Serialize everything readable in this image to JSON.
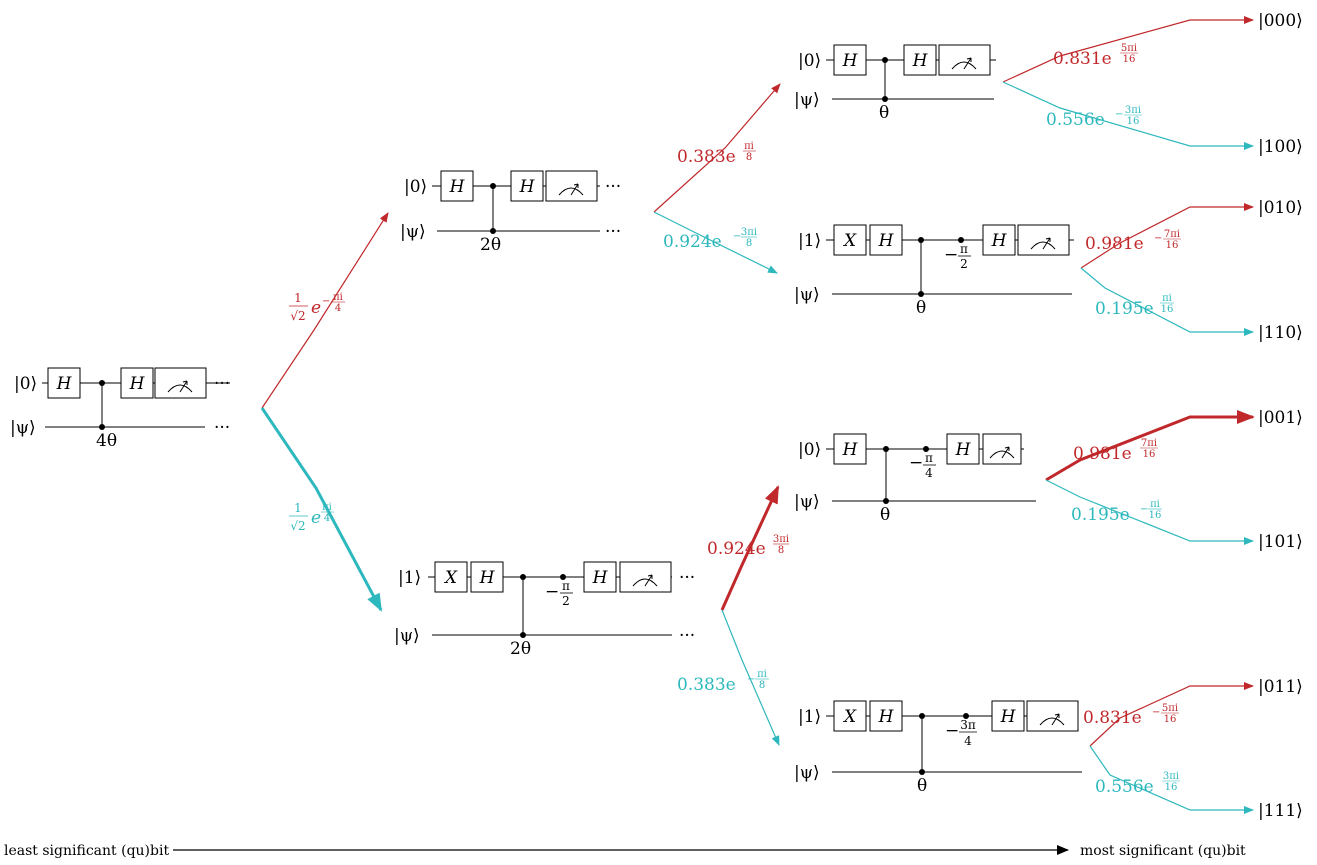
{
  "colors": {
    "red": "#c0282b",
    "cyan": "#2db8bd"
  },
  "axis": {
    "left_label": "least significant (qu)bit",
    "right_label": "most significant (qu)bit"
  },
  "circuits": {
    "c1": {
      "top": "|0⟩",
      "bot": "|ψ⟩",
      "gateA": "H",
      "gateB": "H",
      "ctrl": "4θ",
      "dots": "···"
    },
    "c2": {
      "top": "|0⟩",
      "bot": "|ψ⟩",
      "gateA": "H",
      "gateB": "H",
      "ctrl": "2θ",
      "dots": "···"
    },
    "c3": {
      "top": "|1⟩",
      "bot": "|ψ⟩",
      "gateX": "X",
      "gateA": "H",
      "gateB": "H",
      "ctrl": "2θ",
      "phase_num": "π",
      "phase_den": "2",
      "phase_sign": "−",
      "dots": "···"
    },
    "c4": {
      "top": "|0⟩",
      "bot": "|ψ⟩",
      "gateA": "H",
      "gateB": "H",
      "ctrl": "θ"
    },
    "c5": {
      "top": "|1⟩",
      "bot": "|ψ⟩",
      "gateX": "X",
      "gateA": "H",
      "gateB": "H",
      "ctrl": "θ",
      "phase_num": "π",
      "phase_den": "2",
      "phase_sign": "−"
    },
    "c6": {
      "top": "|0⟩",
      "bot": "|ψ⟩",
      "gateA": "H",
      "gateB": "H",
      "ctrl": "θ",
      "phase_num": "π",
      "phase_den": "4",
      "phase_sign": "−"
    },
    "c7": {
      "top": "|1⟩",
      "bot": "|ψ⟩",
      "gateX": "X",
      "gateA": "H",
      "gateB": "H",
      "ctrl": "θ",
      "phase_num": "3π",
      "phase_den": "4",
      "phase_sign": "−"
    }
  },
  "amplitudes": {
    "a1": {
      "coef_num": "1",
      "coef_den": "√2",
      "base": "e",
      "exp_sign": "−",
      "exp_num": "πi",
      "exp_den": "4"
    },
    "a2": {
      "coef_num": "1",
      "coef_den": "√2",
      "base": "e",
      "exp_sign": "",
      "exp_num": "πi",
      "exp_den": "4"
    },
    "a3": {
      "main": "0.383e",
      "exp_sign": "",
      "exp_num": "πi",
      "exp_den": "8"
    },
    "a4": {
      "main": "0.924e",
      "exp_sign": "−",
      "exp_num": "3πi",
      "exp_den": "8"
    },
    "a5": {
      "main": "0.924e",
      "exp_sign": "",
      "exp_num": "3πi",
      "exp_den": "8"
    },
    "a6": {
      "main": "0.383e",
      "exp_sign": "−",
      "exp_num": "πi",
      "exp_den": "8"
    },
    "a7": {
      "main": "0.831e",
      "exp_sign": "",
      "exp_num": "5πi",
      "exp_den": "16"
    },
    "a8": {
      "main": "0.556e",
      "exp_sign": "−",
      "exp_num": "3πi",
      "exp_den": "16"
    },
    "a9": {
      "main": "0.981e",
      "exp_sign": "−",
      "exp_num": "7πi",
      "exp_den": "16"
    },
    "a10": {
      "main": "0.195e",
      "exp_sign": "",
      "exp_num": "πi",
      "exp_den": "16"
    },
    "a11": {
      "main": "0.981e",
      "exp_sign": "",
      "exp_num": "7πi",
      "exp_den": "16"
    },
    "a12": {
      "main": "0.195e",
      "exp_sign": "−",
      "exp_num": "πi",
      "exp_den": "16"
    },
    "a13": {
      "main": "0.831e",
      "exp_sign": "−",
      "exp_num": "5πi",
      "exp_den": "16"
    },
    "a14": {
      "main": "0.556e",
      "exp_sign": "",
      "exp_num": "3πi",
      "exp_den": "16"
    }
  },
  "outcomes": {
    "o000": "|000⟩",
    "o100": "|100⟩",
    "o010": "|010⟩",
    "o110": "|110⟩",
    "o001": "|001⟩",
    "o101": "|101⟩",
    "o011": "|011⟩",
    "o111": "|111⟩"
  }
}
